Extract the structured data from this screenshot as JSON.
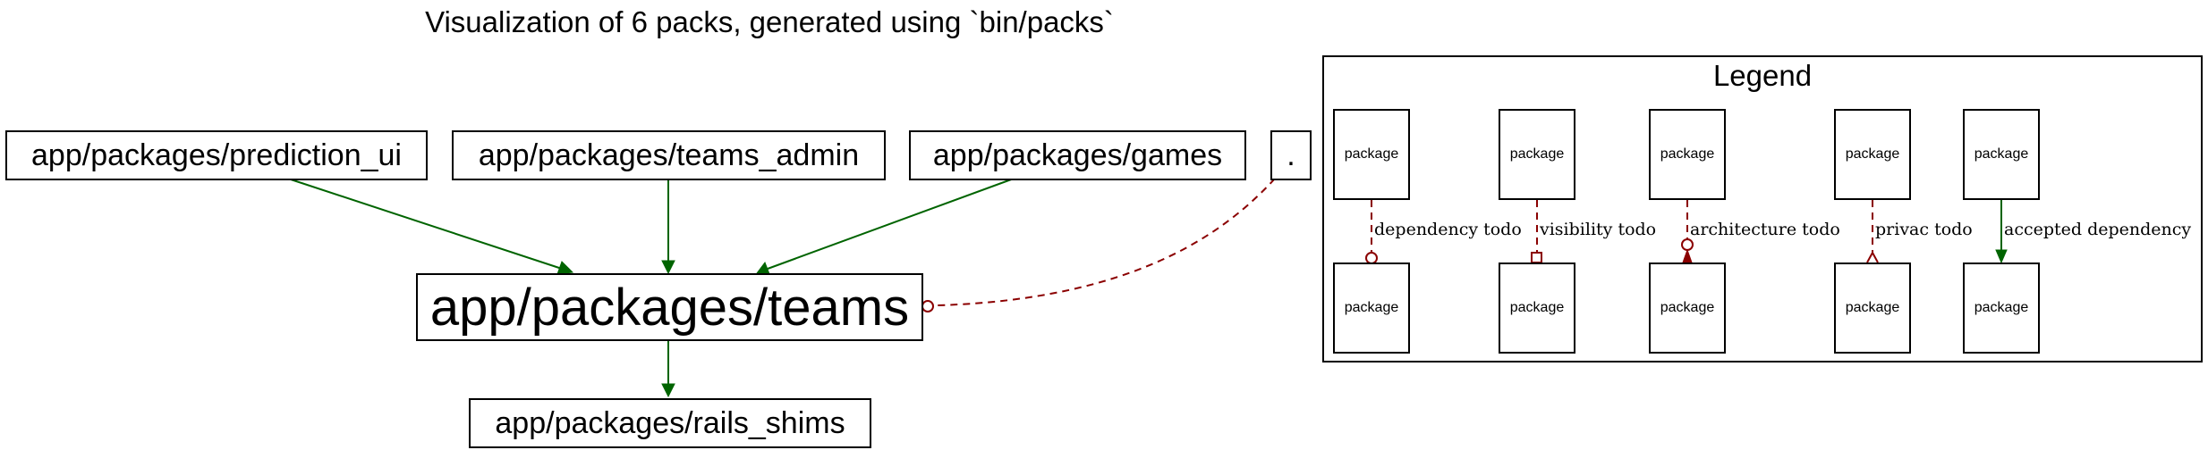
{
  "title": "Visualization of 6 packs, generated using `bin/packs`",
  "nodes": {
    "prediction_ui": "app/packages/prediction_ui",
    "teams_admin": "app/packages/teams_admin",
    "games": "app/packages/games",
    "root": ".",
    "teams": "app/packages/teams",
    "rails_shims": "app/packages/rails_shims"
  },
  "edges": [
    {
      "from": "prediction_ui",
      "to": "teams",
      "kind": "accepted dependency"
    },
    {
      "from": "teams_admin",
      "to": "teams",
      "kind": "accepted dependency"
    },
    {
      "from": "games",
      "to": "teams",
      "kind": "accepted dependency"
    },
    {
      "from": "root",
      "to": "teams",
      "kind": "dependency todo"
    },
    {
      "from": "teams",
      "to": "rails_shims",
      "kind": "accepted dependency"
    }
  ],
  "legend": {
    "title": "Legend",
    "package_label": "package",
    "items": [
      {
        "label": "dependency todo",
        "style": "dashed",
        "arrowhead": "open-circle"
      },
      {
        "label": "visibility todo",
        "style": "dashed",
        "arrowhead": "open-square"
      },
      {
        "label": "architecture todo",
        "style": "dashed",
        "arrowhead": "circle-over-filled-arrow"
      },
      {
        "label": "privac todo",
        "style": "dashed",
        "arrowhead": "open-crow"
      },
      {
        "label": "accepted dependency",
        "style": "solid",
        "arrowhead": "filled-arrow"
      }
    ]
  },
  "colors": {
    "accepted": "#006400",
    "todo": "#8b0000",
    "border": "#000000",
    "background": "#ffffff"
  }
}
